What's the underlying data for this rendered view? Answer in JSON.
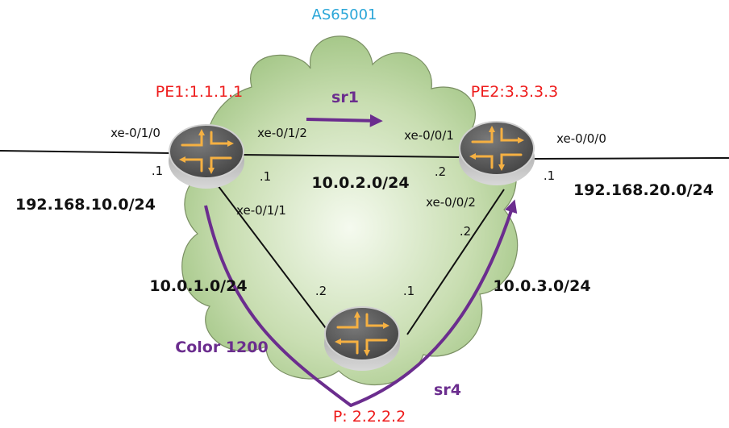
{
  "as_label": "AS65001",
  "routers": {
    "pe1": {
      "name": "PE1:1.1.1.1"
    },
    "pe2": {
      "name": "PE2:3.3.3.3"
    },
    "p": {
      "name": "P: 2.2.2.2"
    }
  },
  "interfaces": {
    "pe1_xe010": "xe-0/1/0",
    "pe1_xe012": "xe-0/1/2",
    "pe1_xe011": "xe-0/1/1",
    "pe2_xe001": "xe-0/0/1",
    "pe2_xe000": "xe-0/0/0",
    "pe2_xe002": "xe-0/0/2"
  },
  "host_ids": {
    "pe1_left": ".1",
    "pe1_top_link": ".1",
    "pe2_top_link": ".2",
    "pe2_right": ".1",
    "pe2_diag": ".2",
    "p_left": ".2",
    "p_right": ".1"
  },
  "networks": {
    "left_lan": "192.168.10.0/24",
    "right_lan": "192.168.20.0/24",
    "pe1_pe2": "10.0.2.0/24",
    "pe1_p": "10.0.1.0/24",
    "p_pe2": "10.0.3.0/24"
  },
  "paths": {
    "sr1": "sr1",
    "sr4": "sr4",
    "color": "Color 1200"
  },
  "colors": {
    "as_label": "#2aa6d8",
    "router_label": "#ee1c1c",
    "path": "#6b2d8e"
  }
}
